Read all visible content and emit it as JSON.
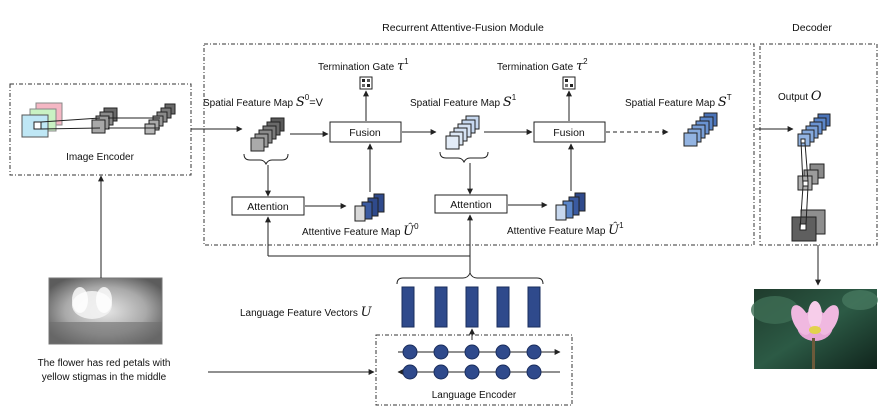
{
  "module_title": "Recurrent Attentive-Fusion Module",
  "decoder_title": "Decoder",
  "image_encoder_label": "Image Encoder",
  "language_encoder_label": "Language Encoder",
  "spatial_map_0": {
    "text": "Spatial Feature Map ",
    "math": "S",
    "sup": "0",
    "suffix": "=V"
  },
  "spatial_map_1": {
    "text": "Spatial Feature Map ",
    "math": "S",
    "sup": "1"
  },
  "spatial_map_T": {
    "text": "Spatial Feature Map ",
    "math": "S",
    "sup": "T"
  },
  "termination_gate_1": {
    "text": "Termination Gate ",
    "math": "τ",
    "sup": "1"
  },
  "termination_gate_2": {
    "text": "Termination Gate ",
    "math": "τ",
    "sup": "2"
  },
  "fusion_label": "Fusion",
  "attention_label": "Attention",
  "attentive_map_0": {
    "text": "Attentive Feature Map ",
    "math": "Û",
    "sup": "0"
  },
  "attentive_map_1": {
    "text": "Attentive Feature Map ",
    "math": "Û",
    "sup": "1"
  },
  "output_label": {
    "text": "Output ",
    "math": "O"
  },
  "language_vectors": {
    "text": "Language Feature Vectors ",
    "math": "U"
  },
  "caption_line1": "The flower has red petals with",
  "caption_line2": "yellow stigmas in the middle",
  "colors": {
    "navy": "#2f4a8c",
    "blue_mid": "#5b86c9",
    "blue_light": "#c7d8ef",
    "gray_dark": "#5a5a5a",
    "gray_light": "#a8a8a8",
    "node_fill": "#2f4a8c"
  }
}
